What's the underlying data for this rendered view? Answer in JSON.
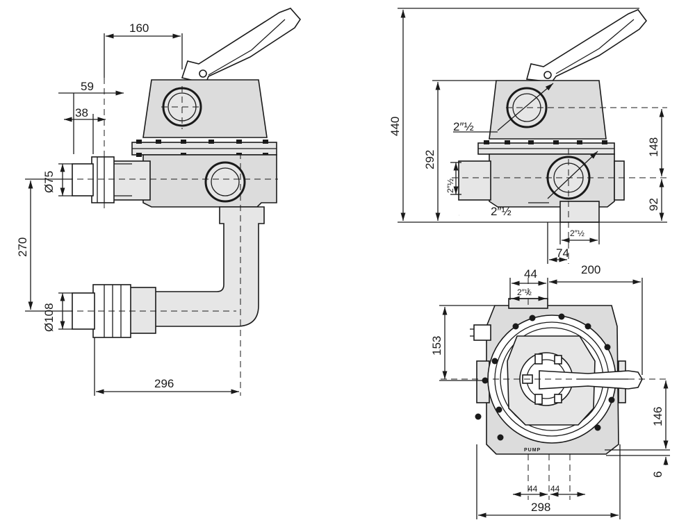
{
  "left_view": {
    "dims": {
      "d160": "160",
      "d59": "59",
      "d38": "38",
      "d75": "Ø75",
      "d270": "270",
      "d108": "Ø108",
      "d296": "296"
    }
  },
  "front_view": {
    "dims": {
      "d440": "440",
      "d292": "292",
      "d148": "148",
      "d92": "92",
      "d74": "74",
      "thread_top": "2″½",
      "thread_left": "2″½",
      "thread_center": "2″½",
      "thread_bottom": "2″½"
    }
  },
  "top_view": {
    "dims": {
      "d44_top": "44",
      "d200": "200",
      "thread_top": "2″½",
      "d153": "153",
      "d146": "146",
      "d6": "6",
      "d44_left": "44",
      "d44_right": "44",
      "d298": "298"
    },
    "label": "PUMP"
  }
}
